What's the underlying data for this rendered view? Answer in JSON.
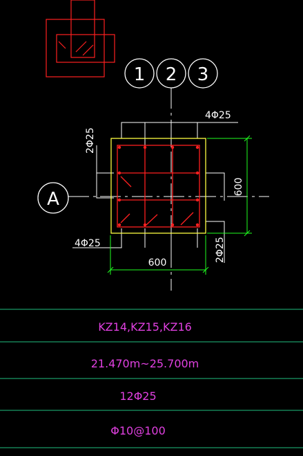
{
  "axis_labels": {
    "col1": "1",
    "col2": "2",
    "col3": "3",
    "row_a": "A"
  },
  "dimensions": {
    "top_right_bars": "4Φ25",
    "left_side_bars": "2Φ25",
    "bottom_left_bars": "4Φ25",
    "right_side_bars": "2Φ25",
    "width": "600",
    "height": "600"
  },
  "table": {
    "column_ids": "KZ14,KZ15,KZ16",
    "elevation": "21.470m~25.700m",
    "main_rebar": "12Φ25",
    "stirrups": "Φ10@100"
  },
  "colors": {
    "background": "#000000",
    "rebar": "#ff2020",
    "concrete": "#ffff40",
    "dimension": "#20ff20",
    "line": "#ffffff",
    "table_line": "#20c080",
    "table_text": "#e040e0"
  }
}
